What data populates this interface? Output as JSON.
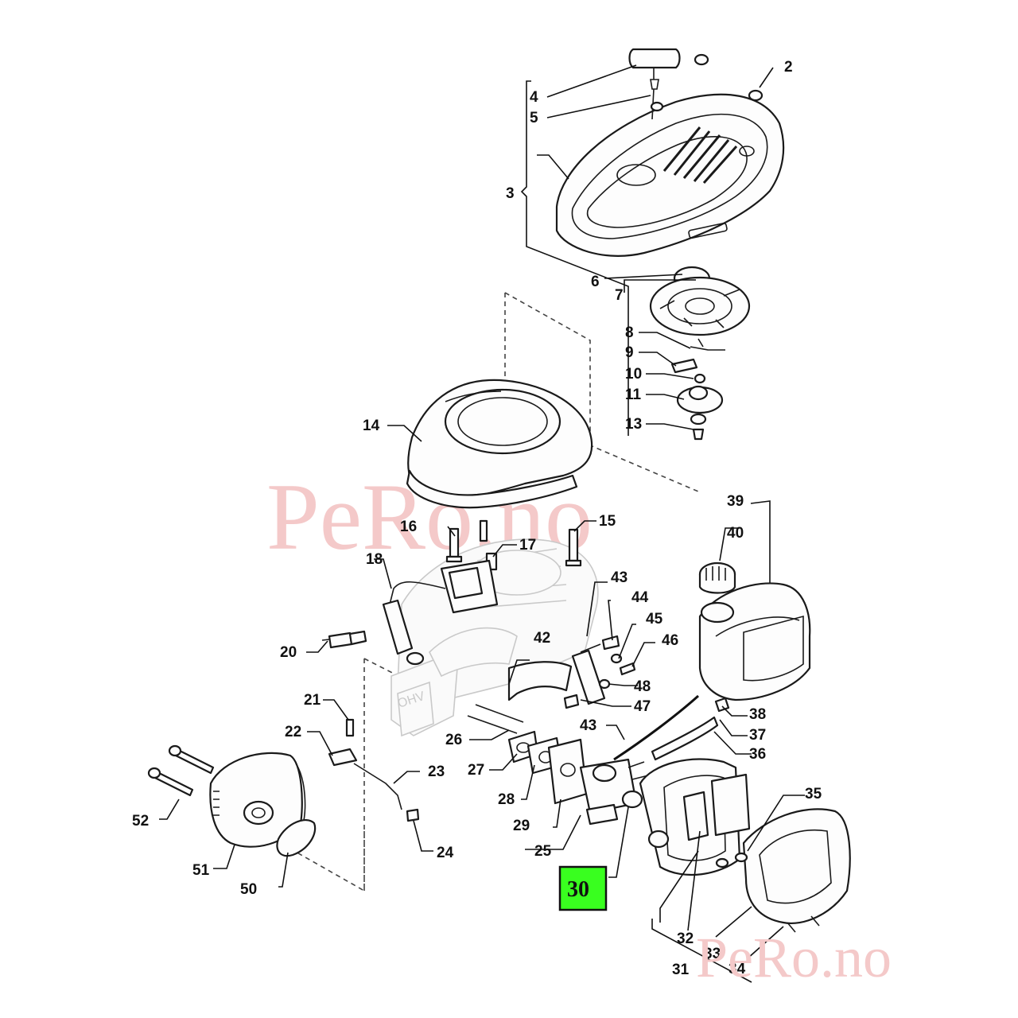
{
  "watermarks": [
    {
      "id": "wm-center",
      "text": "PeRo.no"
    },
    {
      "id": "wm-corner",
      "text": "PeRo.no"
    }
  ],
  "highlight": {
    "label": "30",
    "color": "#39ff1f"
  },
  "callouts": [
    "2",
    "3",
    "4",
    "5",
    "6",
    "7",
    "8",
    "9",
    "10",
    "11",
    "13",
    "14",
    "15",
    "16",
    "17",
    "18",
    "20",
    "21",
    "22",
    "23",
    "24",
    "25",
    "26",
    "27",
    "28",
    "29",
    "31",
    "32",
    "33",
    "34",
    "35",
    "36",
    "37",
    "38",
    "39",
    "40",
    "42",
    "43",
    "43",
    "44",
    "45",
    "46",
    "47",
    "48",
    "50",
    "51",
    "52"
  ],
  "colors": {
    "line": "#1a1a1a",
    "ghost_engine": "#c9c9c9",
    "watermark": "#f4c9c9",
    "highlight": "#39ff1f"
  }
}
